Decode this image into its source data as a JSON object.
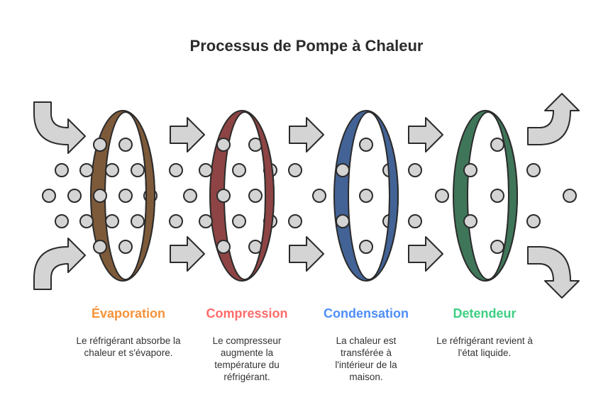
{
  "title": "Processus de Pompe à Chaleur",
  "steps": [
    {
      "label": "Évaporation",
      "description": "Le réfrigérant absorbe la chaleur et s'évapore.",
      "color": "#f7923a",
      "ring_color": "#7d5a3a"
    },
    {
      "label": "Compression",
      "description": "Le compresseur augmente la température du réfrigérant.",
      "color": "#ff6b6b",
      "ring_color": "#8e4444"
    },
    {
      "label": "Condensation",
      "description": "La chaleur est transférée à l'intérieur de la maison.",
      "color": "#4e8ef7",
      "ring_color": "#436396"
    },
    {
      "label": "Detendeur",
      "description": "Le réfrigérant revient à l'état liquide.",
      "color": "#3ecf82",
      "ring_color": "#3f7659"
    }
  ]
}
